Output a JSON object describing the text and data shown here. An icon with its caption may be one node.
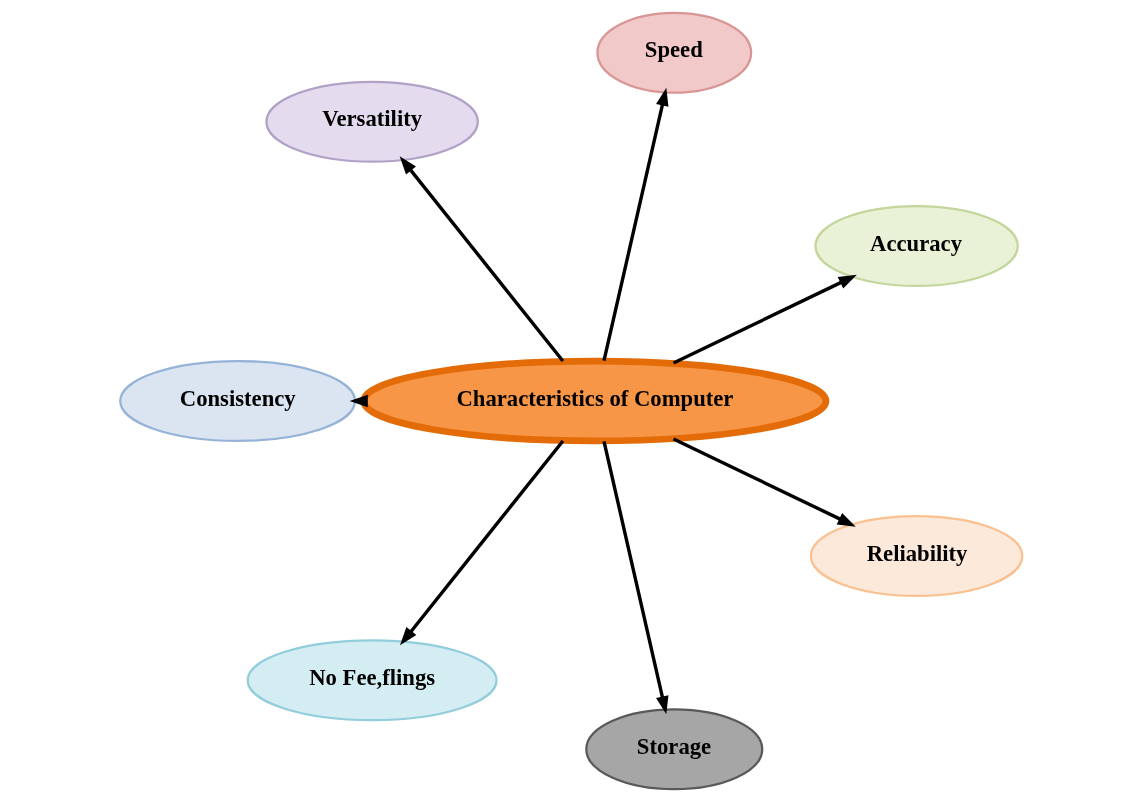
{
  "diagram": {
    "nodes": [
      {
        "text": [
          "Accuracy"
        ]
      },
      {
        "text": [
          "Speed"
        ]
      },
      {
        "text": [
          "Versatility"
        ]
      },
      {
        "text": [
          "Characteristics of Computer"
        ]
      },
      {
        "text": [
          "Consistency"
        ]
      },
      {
        "text": [
          "No Fee,flings"
        ]
      },
      {
        "text": [
          "Storage"
        ]
      },
      {
        "text": [
          "Reliability"
        ]
      }
    ],
    "edges": [
      {
        "from": 3,
        "to": 1,
        "arrow": "to"
      },
      {
        "from": 3,
        "to": 0,
        "arrow": "to"
      },
      {
        "from": 3,
        "to": 2,
        "arrow": "to"
      },
      {
        "from": 3,
        "to": 5,
        "arrow": "to"
      },
      {
        "from": 3,
        "to": 7,
        "arrow": "to"
      },
      {
        "from": 3,
        "to": 6,
        "arrow": "to"
      },
      {
        "from": 3,
        "to": 4,
        "arrow": "to"
      }
    ]
  }
}
